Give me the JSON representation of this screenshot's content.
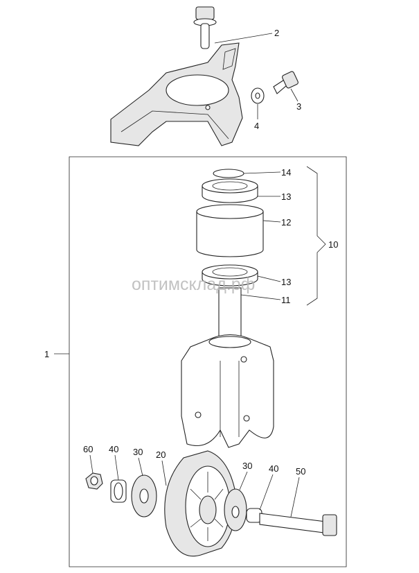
{
  "diagram": {
    "watermark": "оптимсклад.рф",
    "callouts": {
      "c1": "1",
      "c2": "2",
      "c3": "3",
      "c4": "4",
      "c10": "10",
      "c11": "11",
      "c12": "12",
      "c13a": "13",
      "c13b": "13",
      "c14": "14",
      "c20": "20",
      "c30a": "30",
      "c30b": "30",
      "c40a": "40",
      "c40b": "40",
      "c50": "50",
      "c60": "60"
    }
  }
}
